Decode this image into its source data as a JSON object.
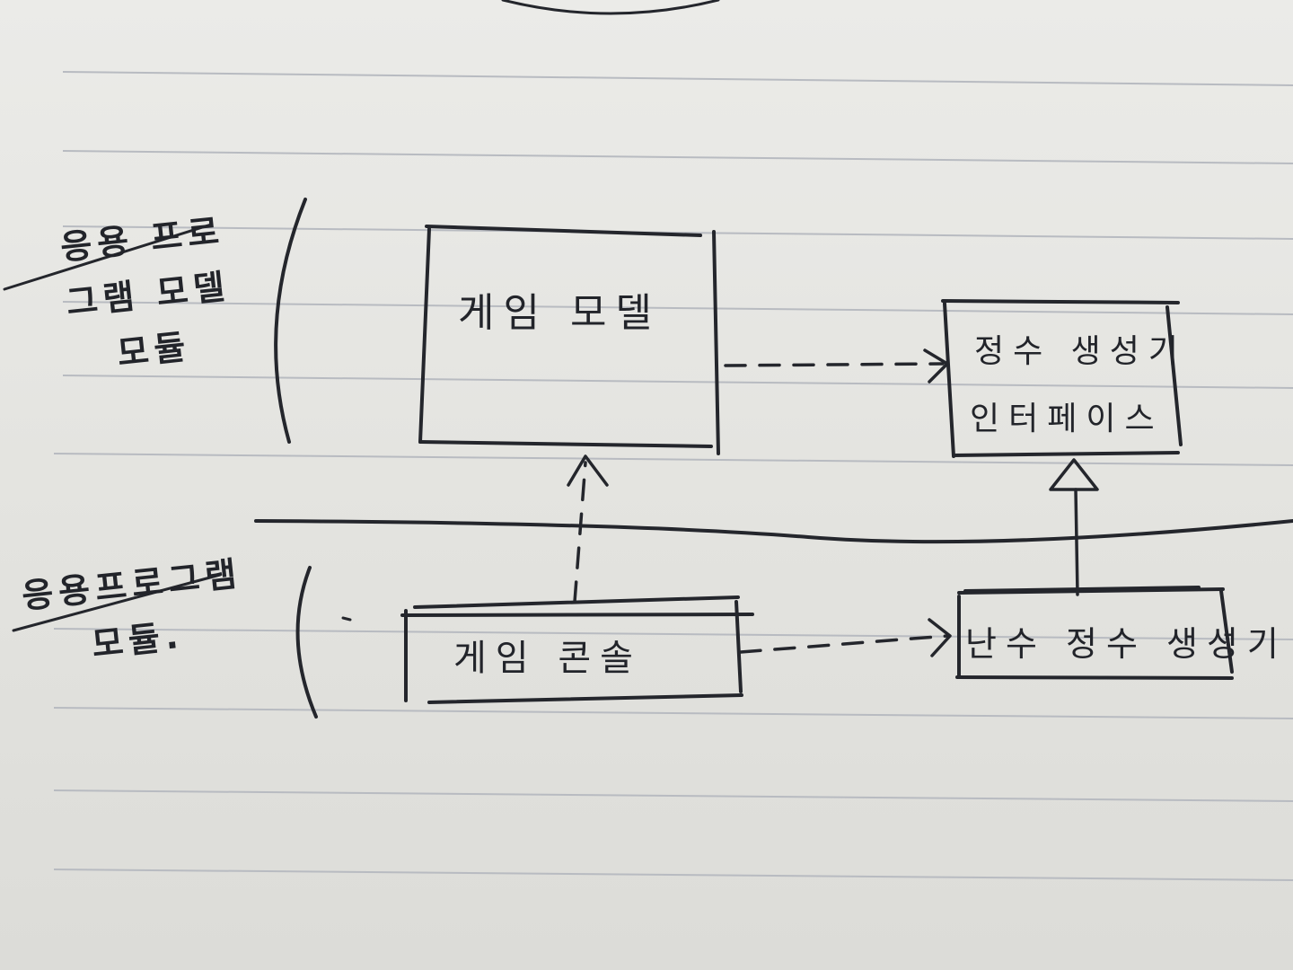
{
  "modules": {
    "application_model": {
      "label_lines": [
        "응용 프로",
        "그램 모델",
        "모듈"
      ]
    },
    "application_main": {
      "label_lines": [
        "응용프로그램",
        "모듈."
      ]
    }
  },
  "boxes": {
    "game_model": "게임 모델",
    "int_generator_interface": [
      "정수 생성기",
      "인터페이스"
    ],
    "game_console": "게임 콘솔",
    "random_int_generator": "난수 정수 생성기"
  },
  "colors": {
    "ink": "#22242a",
    "paper": "#e6e6e3",
    "rule": "#b9bcc2"
  }
}
